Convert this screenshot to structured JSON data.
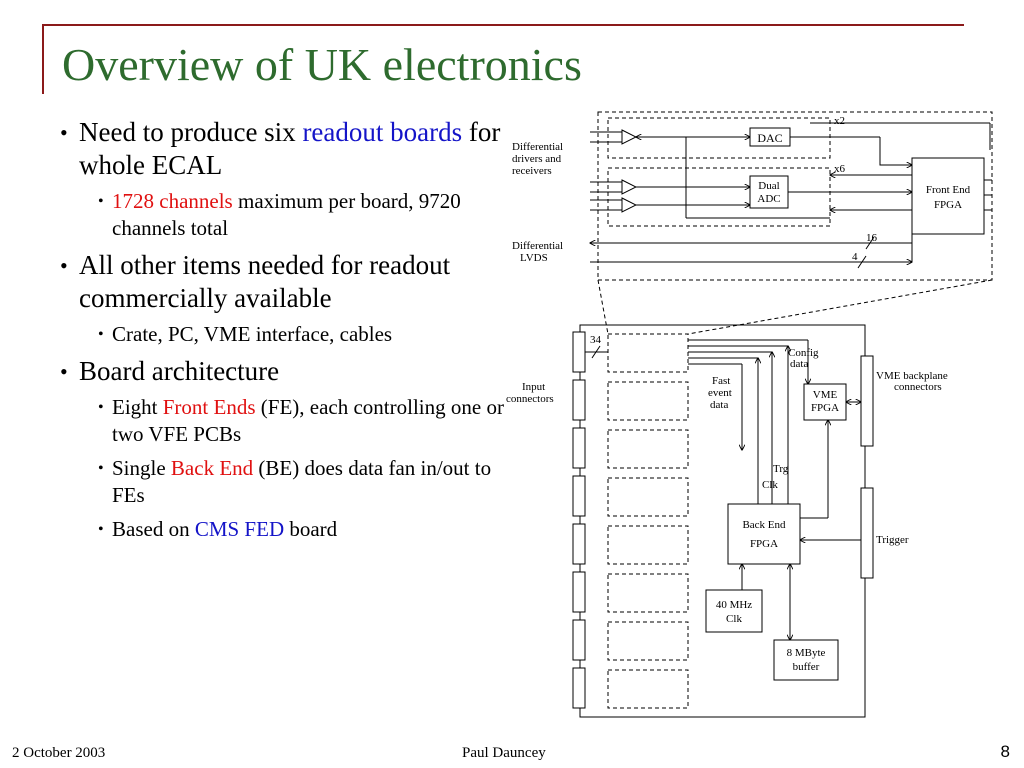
{
  "slide": {
    "title": "Overview of UK electronics",
    "footer": {
      "date": "2 October 2003",
      "author": "Paul Dauncey",
      "page": "8"
    }
  },
  "bullets": {
    "b1": {
      "pre": "Need to produce six ",
      "highlight": "readout boards",
      "post": " for whole ECAL"
    },
    "b1_1": {
      "highlight": "1728 channels",
      "post": " maximum per board, 9720 channels total"
    },
    "b2": {
      "text": "All other items needed for readout commercially available"
    },
    "b2_1": {
      "text": "Crate, PC, VME interface, cables"
    },
    "b3": {
      "text": "Board architecture"
    },
    "b3_1": {
      "pre": "Eight ",
      "highlight": "Front Ends",
      "post": " (FE), each controlling one or two VFE PCBs"
    },
    "b3_2": {
      "pre": "Single ",
      "highlight": "Back End",
      "post": " (BE) does data fan in/out to FEs"
    },
    "b3_3": {
      "pre": "Based on ",
      "highlight": "CMS FED",
      "post": " board"
    }
  },
  "colors": {
    "title": "#2e6b2e",
    "frame": "#8b1a1a",
    "blue_highlight": "#1414c8",
    "red_highlight": "#e01010"
  },
  "diagram": {
    "diff_drivers_lines": [
      "Differential",
      "drivers and",
      "receivers"
    ],
    "dac": "DAC",
    "dual_adc_lines": [
      "Dual",
      "ADC"
    ],
    "x2": "x2",
    "x6": "x6",
    "front_end_lines": [
      "Front End",
      "FPGA"
    ],
    "diff_lvds_lines": [
      "Differential",
      "LVDS"
    ],
    "bus_16": "16",
    "bus_4": "4",
    "bus_34": "34",
    "input_connectors_lines": [
      "Input",
      "connectors"
    ],
    "config_lines": [
      "Config",
      "data"
    ],
    "fast_event_lines": [
      "Fast",
      "event",
      "data"
    ],
    "vme_fpga_lines": [
      "VME",
      "FPGA"
    ],
    "vme_backplane_lines": [
      "VME backplane",
      "connectors"
    ],
    "trg_clk_lines": [
      "Trg",
      "Clk"
    ],
    "back_end_lines": [
      "Back End",
      "FPGA"
    ],
    "trigger": "Trigger",
    "clk_40_lines": [
      "40 MHz",
      "Clk"
    ],
    "buffer_lines": [
      "8 MByte",
      "buffer"
    ]
  }
}
